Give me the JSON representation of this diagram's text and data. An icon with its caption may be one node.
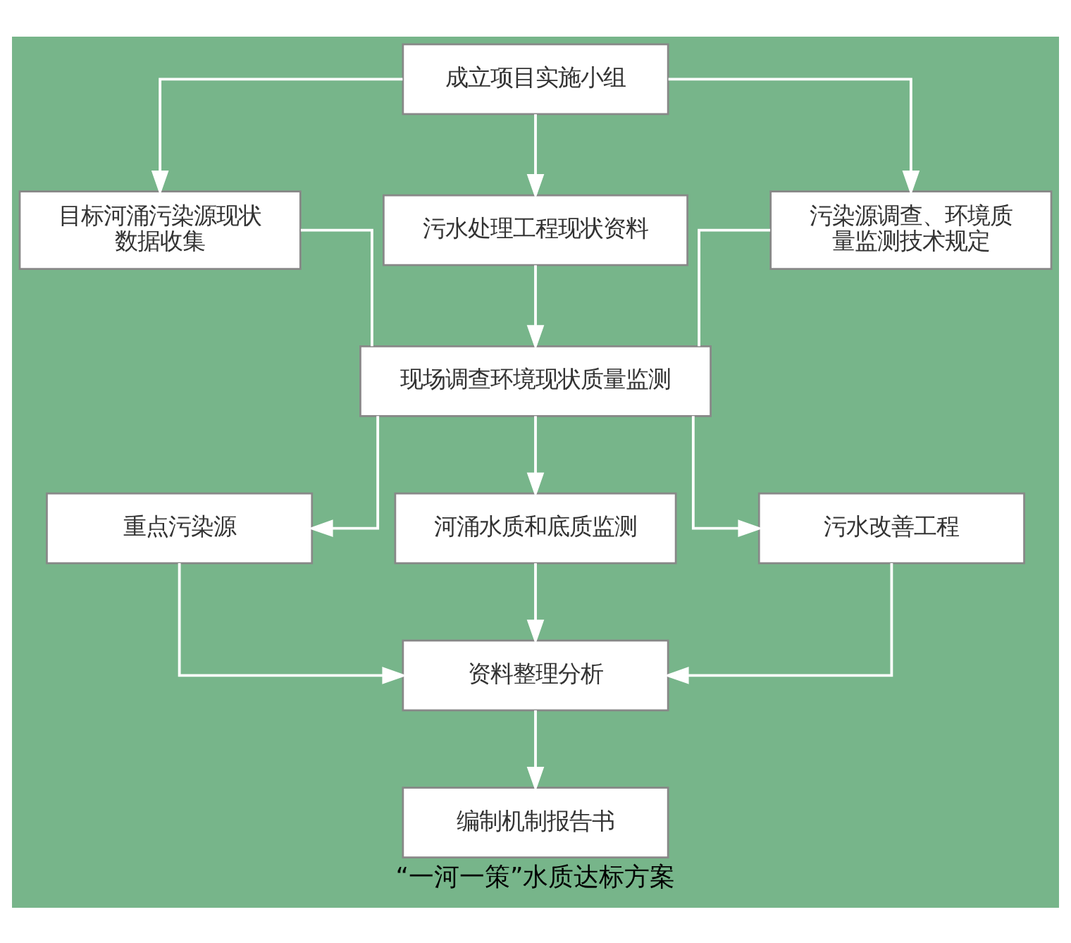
{
  "diagram": {
    "caption": "“一河一策”水质达标方案",
    "nodes": [
      {
        "text": [
          "成立项目实施小组"
        ]
      },
      {
        "text": [
          "目标河涌污染源现状数据收集"
        ]
      },
      {
        "text": [
          "污水处理工程现状资料"
        ]
      },
      {
        "text": [
          "污染源调查、环境质量监测技术规定"
        ]
      },
      {
        "text": [
          "现场调查环境现状质量监测"
        ]
      },
      {
        "text": [
          "重点污染源"
        ]
      },
      {
        "text": [
          "河涌水质和底质监测"
        ]
      },
      {
        "text": [
          "污水改善工程"
        ]
      },
      {
        "text": [
          "资料整理分析"
        ]
      },
      {
        "text": [
          "编制机制报告书"
        ]
      }
    ],
    "edges": [
      {
        "from": 0,
        "to": 1,
        "arrow": "to"
      },
      {
        "from": 0,
        "to": 2,
        "arrow": "to"
      },
      {
        "from": 0,
        "to": 3,
        "arrow": "to"
      },
      {
        "from": 1,
        "to": 4,
        "arrow": "none"
      },
      {
        "from": 2,
        "to": 4,
        "arrow": "to"
      },
      {
        "from": 3,
        "to": 4,
        "arrow": "none"
      },
      {
        "from": 4,
        "to": 5,
        "arrow": "to"
      },
      {
        "from": 4,
        "to": 6,
        "arrow": "to"
      },
      {
        "from": 4,
        "to": 7,
        "arrow": "to"
      },
      {
        "from": 5,
        "to": 8,
        "arrow": "to"
      },
      {
        "from": 6,
        "to": 8,
        "arrow": "to"
      },
      {
        "from": 7,
        "to": 8,
        "arrow": "to"
      },
      {
        "from": 8,
        "to": 9,
        "arrow": "to"
      }
    ]
  }
}
